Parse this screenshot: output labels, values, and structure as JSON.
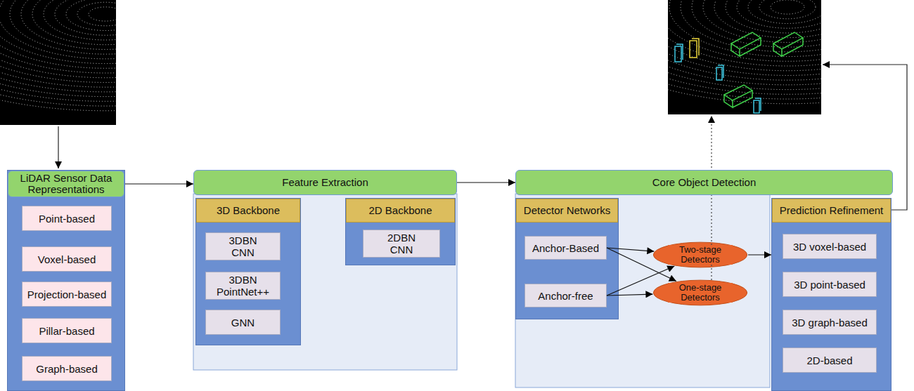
{
  "diagram": {
    "nodes": [
      {
        "text": [
          "LiDAR Sensor Data Representations"
        ]
      },
      {
        "text": [
          "Point-based"
        ],
        "in": 0
      },
      {
        "text": [
          "Voxel-based"
        ],
        "in": 0
      },
      {
        "text": [
          "Projection-based"
        ],
        "in": 0
      },
      {
        "text": [
          "Pillar-based"
        ],
        "in": 0
      },
      {
        "text": [
          "Graph-based"
        ],
        "in": 0
      },
      {
        "text": [
          "Feature Extraction"
        ]
      },
      {
        "text": [
          "3D Backbone"
        ],
        "in": 6
      },
      {
        "text": [
          "3DBN CNN"
        ],
        "in": 7
      },
      {
        "text": [
          "3DBN PointNet++"
        ],
        "in": 7
      },
      {
        "text": [
          "GNN"
        ],
        "in": 7
      },
      {
        "text": [
          "2D Backbone"
        ],
        "in": 6
      },
      {
        "text": [
          "2DBN CNN"
        ],
        "in": 11
      },
      {
        "text": [
          "Core Object Detection"
        ]
      },
      {
        "text": [
          "Detector Networks"
        ],
        "in": 13
      },
      {
        "text": [
          "Anchor-Based"
        ],
        "in": 14
      },
      {
        "text": [
          "Anchor-free"
        ],
        "in": 14
      },
      {
        "text": [
          "Two-stage Detectors"
        ],
        "in": 13
      },
      {
        "text": [
          "One-stage Detectors"
        ],
        "in": 13
      },
      {
        "text": [
          "Prediction Refinement"
        ],
        "in": 13
      },
      {
        "text": [
          "3D voxel-based"
        ],
        "in": 19
      },
      {
        "text": [
          "3D point-based"
        ],
        "in": 19
      },
      {
        "text": [
          "3D graph-based"
        ],
        "in": 19
      },
      {
        "text": [
          "2D-based"
        ],
        "in": 19
      }
    ],
    "edges": [
      {
        "from": 0,
        "to": 6,
        "arrow": "to"
      },
      {
        "from": 6,
        "to": 13,
        "arrow": "to"
      },
      {
        "from": 15,
        "to": 17,
        "arrow": "to"
      },
      {
        "from": 15,
        "to": 18,
        "arrow": "to"
      },
      {
        "from": 16,
        "to": 17,
        "arrow": "to"
      },
      {
        "from": 16,
        "to": 18,
        "arrow": "to"
      },
      {
        "from": 17,
        "to": 19,
        "arrow": "to"
      }
    ]
  }
}
